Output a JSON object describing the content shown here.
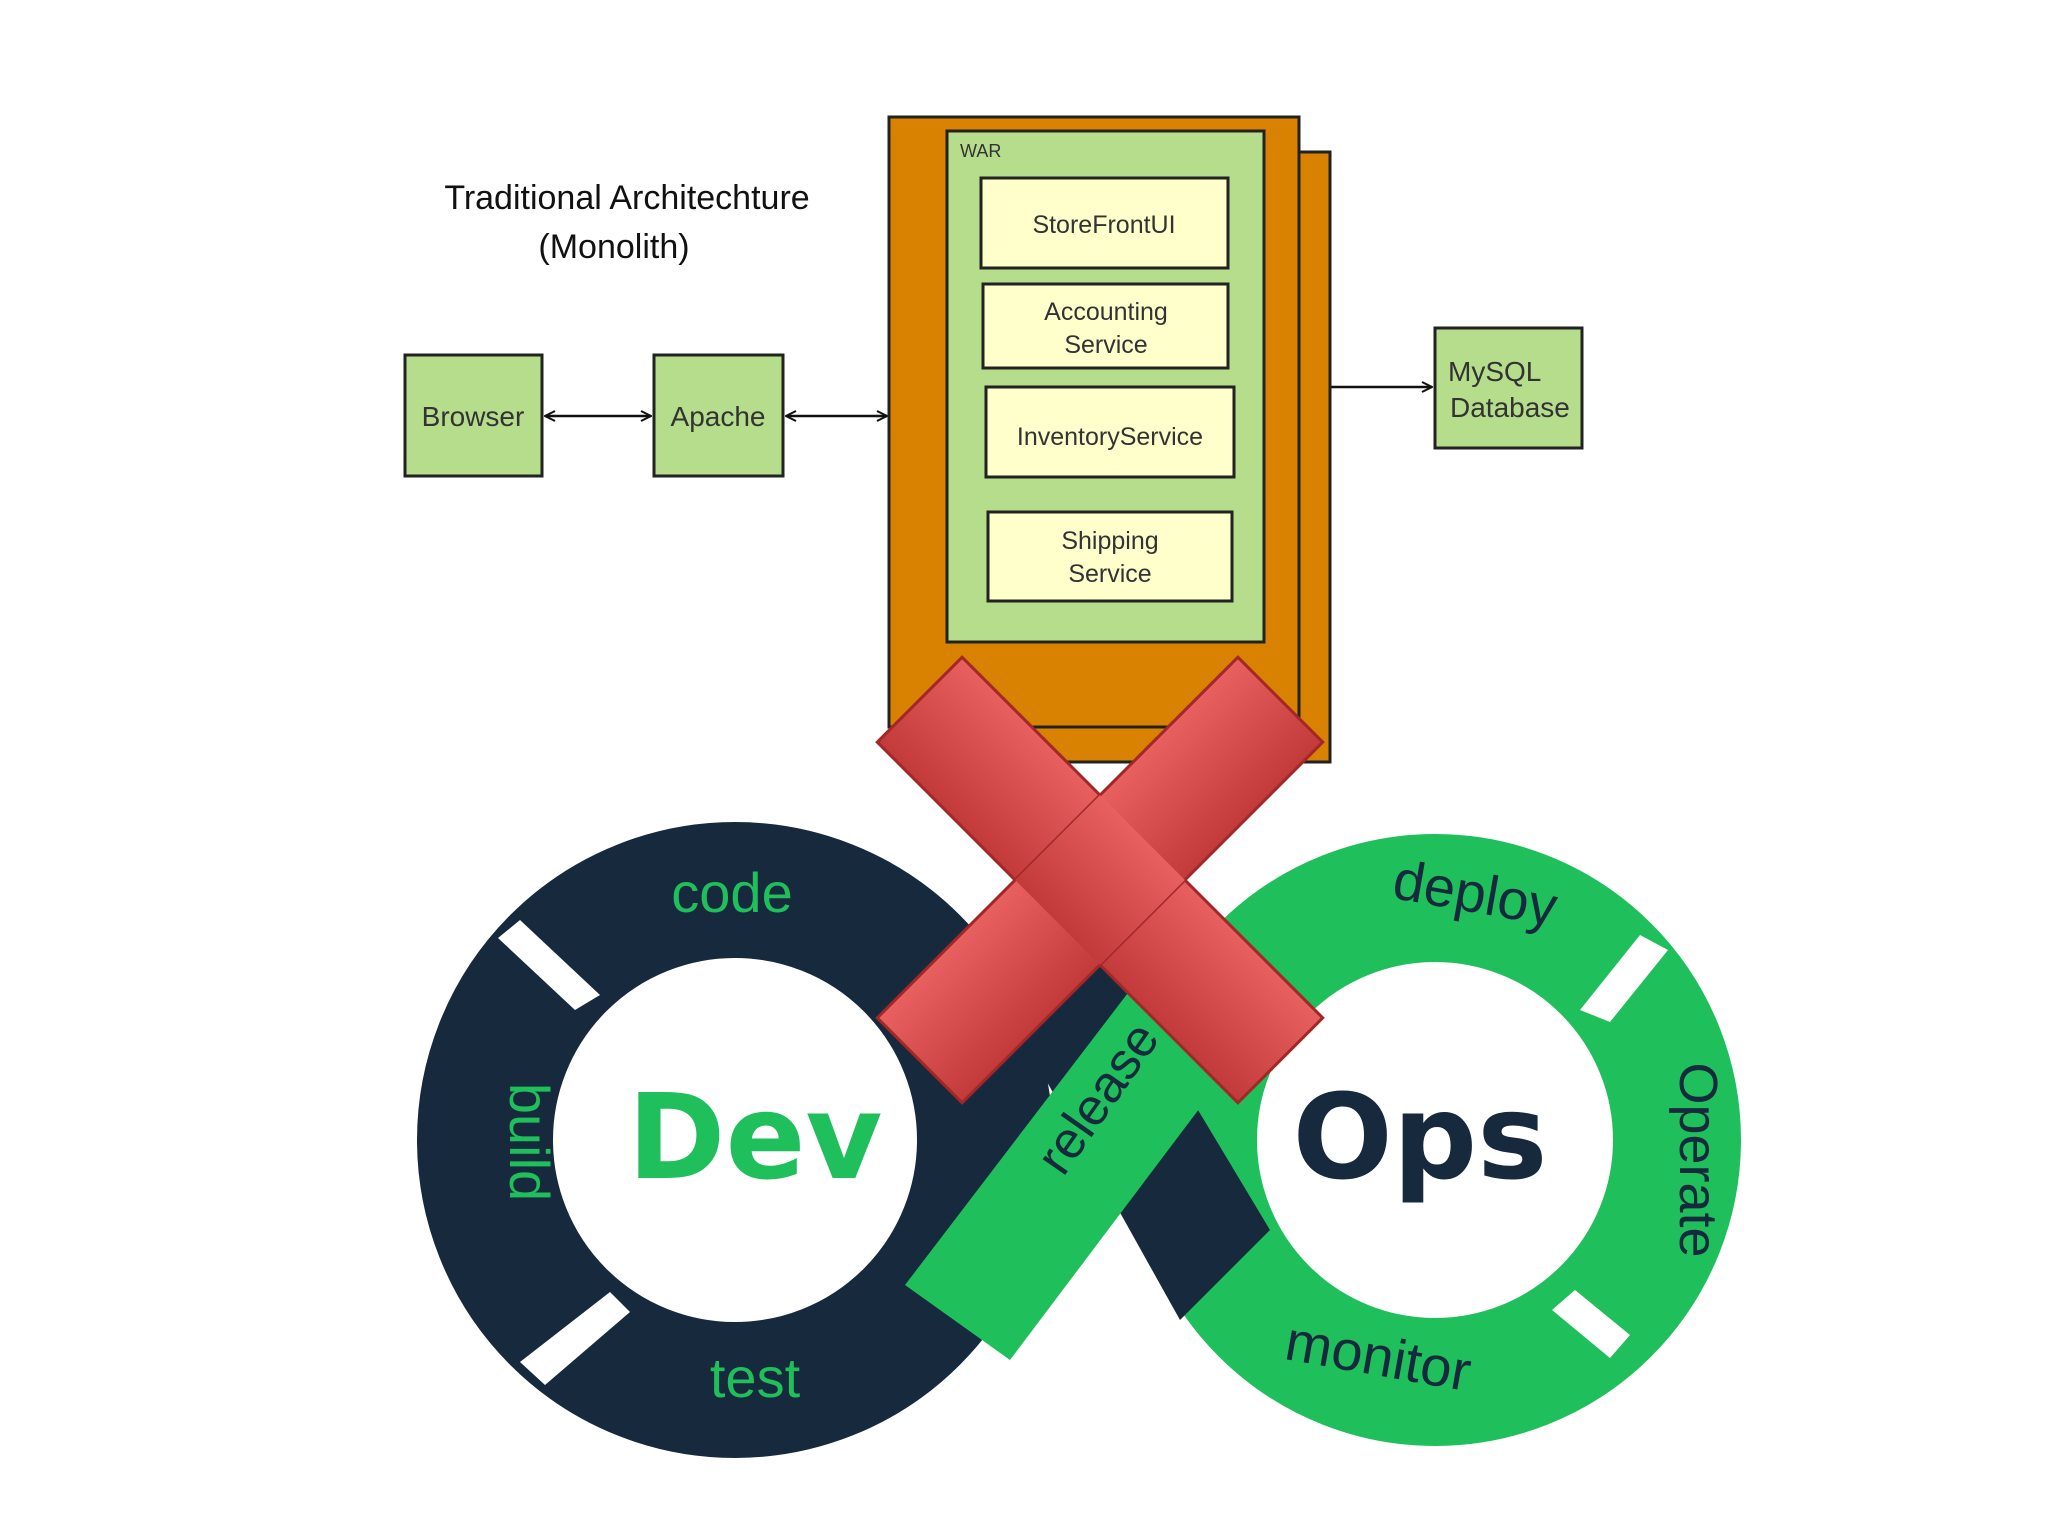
{
  "diagram": {
    "title_line1": "Traditional Architechture",
    "title_line2": "(Monolith)",
    "browser_label": "Browser",
    "apache_label": "Apache",
    "war_label": "WAR",
    "services": [
      {
        "line1": "StoreFrontUI",
        "line2": ""
      },
      {
        "line1": "Accounting",
        "line2": "Service"
      },
      {
        "line1": "InventoryService",
        "line2": ""
      },
      {
        "line1": "Shipping",
        "line2": "Service"
      }
    ],
    "database_line1": "MySQL",
    "database_line2": "Database"
  },
  "devops": {
    "dev_label": "Dev",
    "ops_label": "Ops",
    "stages": {
      "code": "code",
      "build": "build",
      "test": "test",
      "release": "release",
      "deploy": "deploy",
      "operate": "Operate",
      "monitor": "monitor"
    }
  },
  "colors": {
    "box_green": "#b5dd8c",
    "war_orange": "#d98100",
    "service_yellow": "#ffffcc",
    "dev_navy": "#17293c",
    "ops_green": "#1fbf5c",
    "cross_red": "#d84848"
  }
}
